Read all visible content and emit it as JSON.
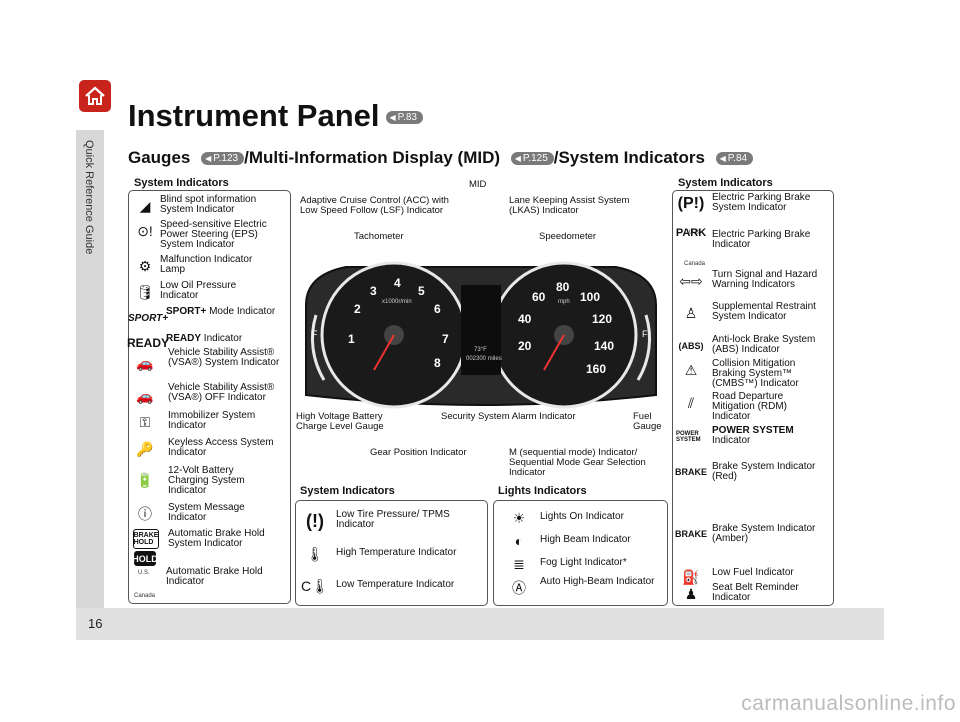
{
  "sidebar": {
    "label": "Quick Reference Guide"
  },
  "page": {
    "number": "16"
  },
  "title": {
    "text": "Instrument Panel",
    "ref": "P.83"
  },
  "subtitle": {
    "part1": "Gauges ",
    "ref1": "P.123",
    "part2": "/Multi-Information Display (MID) ",
    "ref2": "P.125",
    "part3": "/System Indicators ",
    "ref3": "P.84"
  },
  "left_panel": {
    "title": "System Indicators",
    "items": [
      {
        "label": "Blind spot information System Indicator",
        "icon": "blind-spot-icon"
      },
      {
        "label": "Speed-sensitive Electric Power Steering (EPS) System Indicator",
        "icon": "steering-warning-icon"
      },
      {
        "label": "Malfunction Indicator Lamp",
        "icon": "engine-icon"
      },
      {
        "label": "Low Oil Pressure Indicator",
        "icon": "oil-can-icon"
      },
      {
        "label_bold": "SPORT+",
        "label": " Mode Indicator",
        "icon": "sport-plus-icon"
      },
      {
        "label_bold": "READY",
        "label": " Indicator",
        "icon": "ready-icon"
      },
      {
        "label": "Vehicle Stability Assist® (VSA®) System Indicator",
        "icon": "vsa-icon"
      },
      {
        "label": "Vehicle Stability Assist® (VSA®) OFF Indicator",
        "icon": "vsa-off-icon"
      },
      {
        "label": "Immobilizer System Indicator",
        "icon": "key-icon"
      },
      {
        "label": "Keyless Access System Indicator",
        "icon": "keyless-icon"
      },
      {
        "label": "12-Volt Battery Charging System Indicator",
        "icon": "battery-icon"
      },
      {
        "label": "System Message Indicator",
        "icon": "message-icon"
      },
      {
        "label": "Automatic Brake Hold System Indicator",
        "icon": "brake-hold-icon"
      },
      {
        "label": "Automatic Brake Hold Indicator",
        "icon": "hold-icon"
      }
    ],
    "us": "U.S.",
    "canada": "Canada"
  },
  "callouts": {
    "mid": "MID",
    "acc": "Adaptive Cruise Control (ACC) with Low Speed Follow (LSF) Indicator",
    "lkas": "Lane Keeping Assist System (LKAS) Indicator",
    "tachometer": "Tachometer",
    "speedometer": "Speedometer",
    "hv_battery": "High Voltage Battery Charge Level Gauge",
    "security": "Security System Alarm Indicator",
    "fuel": "Fuel Gauge",
    "gear": "Gear Position Indicator",
    "m_indicator": "M (sequential mode) Indicator/ Sequential Mode Gear Selection Indicator"
  },
  "gauge": {
    "odometer": "002300 miles",
    "temp": "73°F",
    "tach_unit": "x1000r/min",
    "speed_unit": "mph"
  },
  "middle_system": {
    "title": "System Indicators",
    "items": [
      {
        "label": "Low Tire Pressure/ TPMS Indicator",
        "icon": "tire-pressure-icon"
      },
      {
        "label": "High Temperature Indicator",
        "icon": "high-temp-icon"
      },
      {
        "label": "Low Temperature Indicator",
        "icon": "low-temp-icon"
      }
    ]
  },
  "lights": {
    "title": "Lights Indicators",
    "items": [
      {
        "label": "Lights On Indicator",
        "icon": "lights-on-icon"
      },
      {
        "label": "High Beam Indicator",
        "icon": "high-beam-icon"
      },
      {
        "label": "Fog Light Indicator*",
        "icon": "fog-light-icon"
      },
      {
        "label": "Auto High-Beam Indicator",
        "icon": "auto-high-beam-icon"
      }
    ]
  },
  "right_panel": {
    "title": "System Indicators",
    "items": [
      {
        "label": "Electric Parking Brake System Indicator",
        "icon": "parking-brake-system-icon"
      },
      {
        "label": "Electric Parking Brake Indicator",
        "icon": "park-icon"
      },
      {
        "label": "Turn Signal and Hazard Warning Indicators",
        "icon": "turn-signal-icon"
      },
      {
        "label": "Supplemental Restraint System Indicator",
        "icon": "srs-icon"
      },
      {
        "label": "Anti-lock Brake System (ABS) Indicator",
        "icon": "abs-icon"
      },
      {
        "label": "Collision Mitigation Braking System™ (CMBS™) Indicator",
        "icon": "cmbs-icon"
      },
      {
        "label": "Road Departure Mitigation (RDM) Indicator",
        "icon": "rdm-icon"
      },
      {
        "label_bold": "POWER SYSTEM",
        "label": " Indicator",
        "icon": "power-system-icon"
      },
      {
        "label": "Brake System Indicator (Red)",
        "icon": "brake-red-icon"
      },
      {
        "label": "Brake System Indicator (Amber)",
        "icon": "brake-amber-icon"
      },
      {
        "label": "Low Fuel Indicator",
        "icon": "fuel-pump-icon"
      },
      {
        "label": "Seat Belt Reminder Indicator",
        "icon": "seat-belt-icon"
      }
    ],
    "us": "U.S.",
    "canada": "Canada"
  },
  "watermark": "carmanualsonline.info"
}
